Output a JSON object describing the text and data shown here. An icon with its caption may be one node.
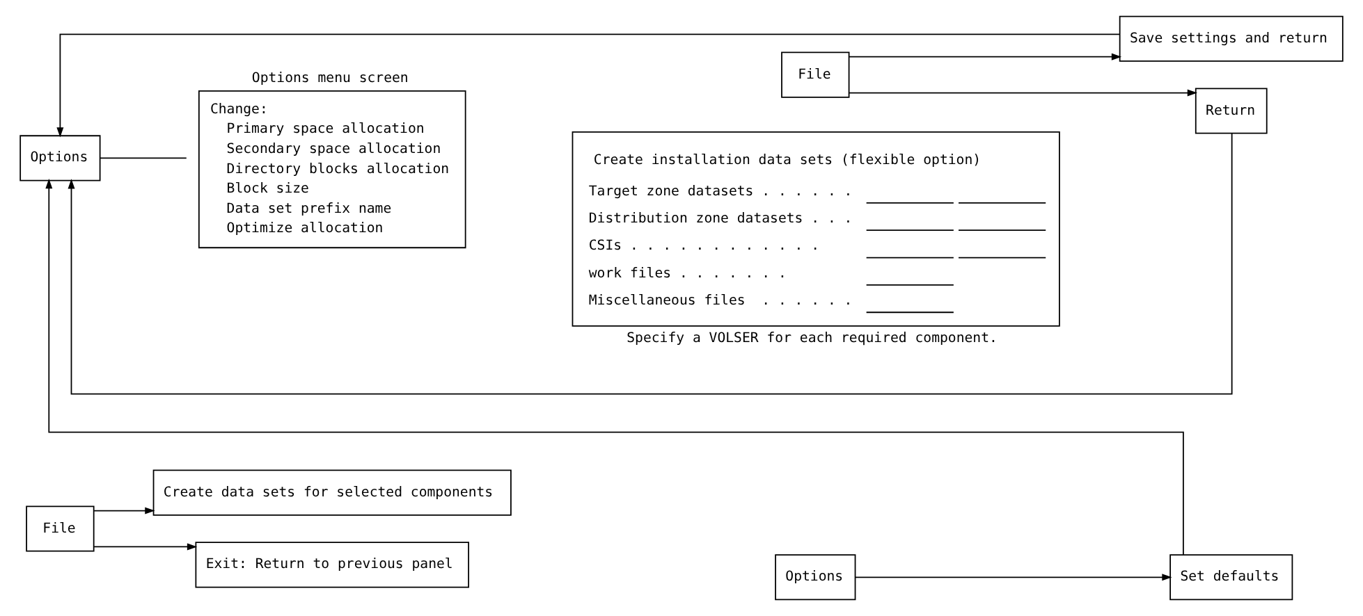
{
  "diagram": {
    "nodes": [
      {
        "text": [
          "File"
        ]
      },
      {
        "text": [
          "Options"
        ]
      },
      {
        "text": [
          "Change:",
          "Primary space allocation",
          "Secondary space allocation",
          "Directory blocks allocation",
          "Block size",
          "Data set prefix name",
          "Optimize allocation"
        ],
        "beside": [
          "Options menu screen"
        ]
      },
      {
        "text": [
          "File"
        ]
      },
      {
        "text": [
          "Options"
        ]
      },
      {
        "text": [
          "Set defaults"
        ]
      },
      {
        "text": [
          "Save settings and return"
        ]
      },
      {
        "text": [
          "Return"
        ]
      },
      {
        "text": [
          "Create data sets for selected components"
        ]
      },
      {
        "text": [
          "Exit: Return to previous panel"
        ]
      },
      {
        "text": [
          "Create installation data sets (flexible option)",
          "Target zone datasets . . . . . .",
          "Distribution zone datasets . . .",
          "CSIs . . . . . . . . . . . .",
          "work files . . . . . . .",
          "Miscellaneous files  . . . . . ."
        ],
        "beside": [
          "Specify a VOLSER for each required component."
        ]
      }
    ],
    "edges": [
      {
        "from": 1,
        "to": 2,
        "arrow": "none"
      },
      {
        "from": 4,
        "to": 5,
        "arrow": "to"
      },
      {
        "from": 3,
        "to": 6,
        "arrow": "to"
      },
      {
        "from": 3,
        "to": 7,
        "arrow": "to"
      },
      {
        "from": 5,
        "to": 1,
        "arrow": "to"
      },
      {
        "from": 6,
        "to": 1,
        "arrow": "to"
      },
      {
        "from": 7,
        "to": 1,
        "arrow": "to"
      },
      {
        "from": 0,
        "to": 8,
        "arrow": "to"
      },
      {
        "from": 0,
        "to": 9,
        "arrow": "to"
      }
    ]
  }
}
